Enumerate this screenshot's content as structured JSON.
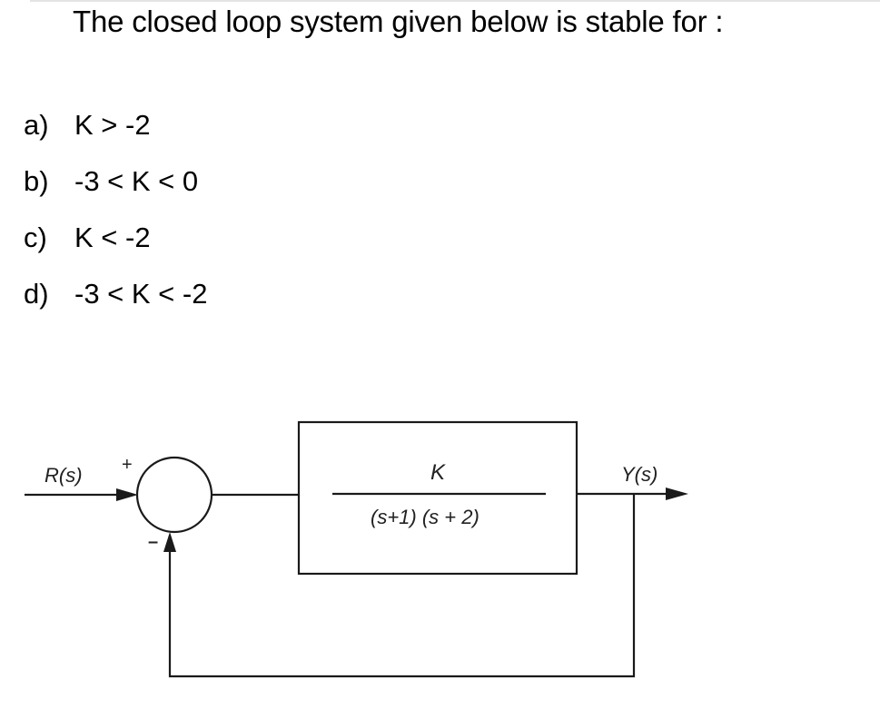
{
  "question": {
    "text": "The closed loop system given below is stable for :"
  },
  "options": [
    {
      "label": "a)",
      "text": "K > -2"
    },
    {
      "label": "b)",
      "text": "-3 < K < 0"
    },
    {
      "label": "c)",
      "text": "K < -2"
    },
    {
      "label": "d)",
      "text": "-3 < K < -2"
    }
  ],
  "diagram": {
    "input_label": "R(s)",
    "output_label": "Y(s)",
    "plus_sign": "+",
    "minus_sign": "–",
    "block": {
      "numerator": "K",
      "denominator": "(s+1) (s + 2)"
    },
    "line_color": "#1a1a1a"
  }
}
